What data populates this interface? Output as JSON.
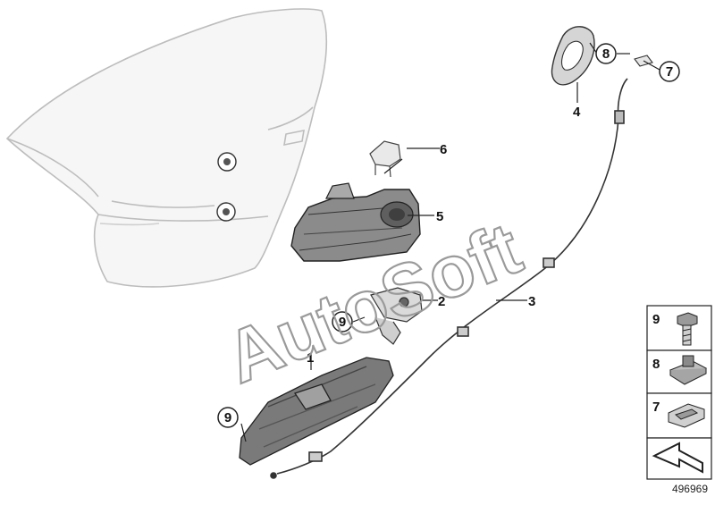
{
  "diagram": {
    "diagram_id": "496969",
    "watermark": "AutoSoft",
    "callouts": [
      "1",
      "2",
      "3",
      "4",
      "5",
      "6",
      "7",
      "8",
      "9",
      "9"
    ],
    "side_panel": [
      "9",
      "8",
      "7"
    ]
  }
}
